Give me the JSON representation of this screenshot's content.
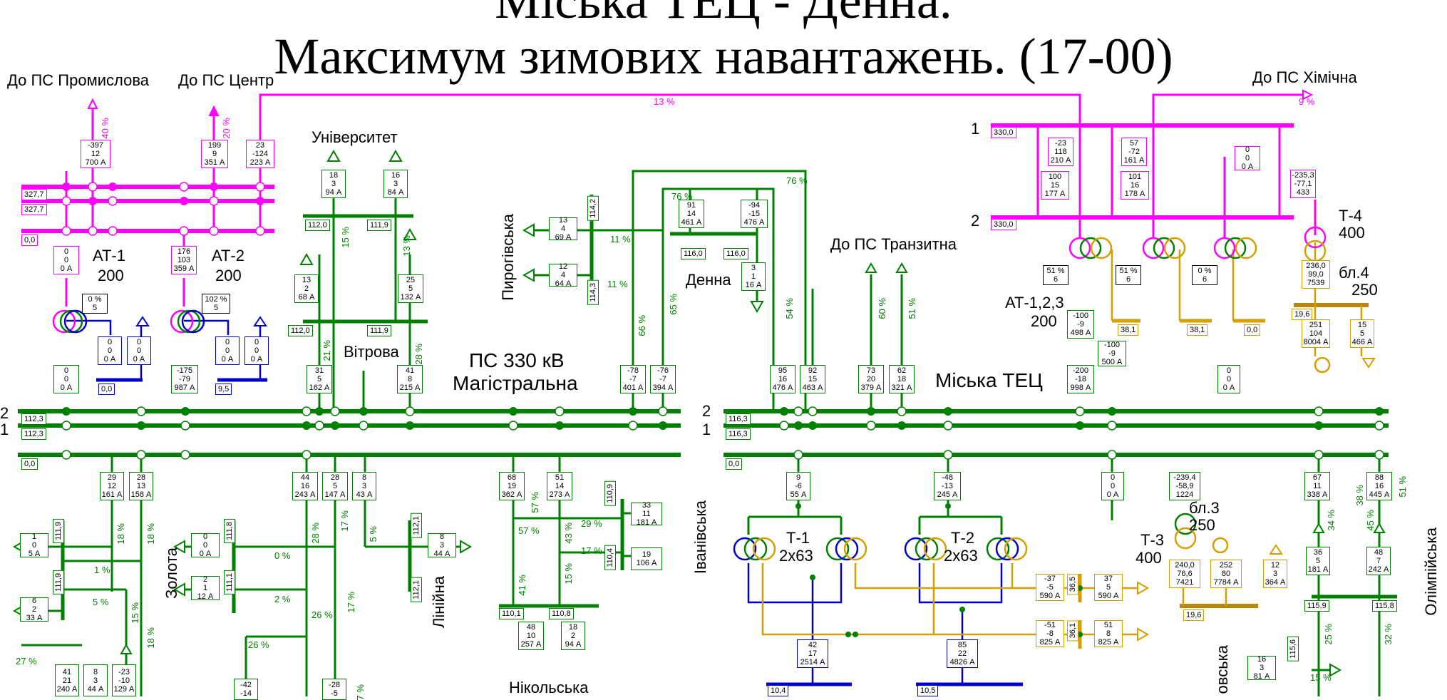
{
  "title": {
    "line1": "Міська ТЕЦ - Денна.",
    "line2": "Максимум зимових навантажень. (17-00)"
  },
  "colors": {
    "kv330": "#ff00ff",
    "kv110": "#008000",
    "kv10": "#0000cc",
    "gen": "#d4a000",
    "gen_bus": "#b8860b"
  },
  "labels": {
    "to_promyslova": "До ПС Промислова",
    "to_tsentr": "До ПС Центр",
    "to_khimichna": "До ПС Хімічна",
    "to_tranzytna": "До ПС Транзитна",
    "universytet": "Університет",
    "vitrova": "Вітрова",
    "pyrohivska": "Пирогівська",
    "denna": "Денна",
    "ps330": "ПС 330 кВ",
    "mahistralna": "Магістральна",
    "miska_tets": "Міська ТЕЦ",
    "at1": "АТ-1",
    "at1_pow": "200",
    "at2": "АТ-2",
    "at2_pow": "200",
    "at123": "АТ-1,2,3",
    "at123_pow": "200",
    "t4": "Т-4",
    "t4_pow": "400",
    "bl4": "бл.4",
    "bl4_pow": "250",
    "bl3": "бл.3",
    "bl3_pow": "250",
    "t3": "Т-3",
    "t3_pow": "400",
    "t1": "Т-1",
    "t1_pow": "2х63",
    "t2": "Т-2",
    "t2_pow": "2х63",
    "zolota": "Золота",
    "liniina": "Лінійна",
    "nikolska": "Нікольська",
    "ivanivska": "Іванівська",
    "olimpiiska": "Олімпійська",
    "ovska": "овська",
    "bus1": "1",
    "bus2": "2",
    "bus2b": "2",
    "bus1b": "1",
    "bus330_1": "1",
    "bus330_2": "2"
  },
  "percents": {
    "p13": "13 %",
    "p9": "9 %",
    "p40": "40 %",
    "p20": "20 %",
    "p76a": "76 %",
    "p76b": "76 %",
    "p11a": "11 %",
    "p11b": "11 %",
    "p15a": "15 %",
    "p13b": "13 %",
    "p21": "21 %",
    "p28a": "28 %",
    "p66": "66 %",
    "p65": "65 %",
    "p54": "54 %",
    "p60": "60 %",
    "p51a": "51 %",
    "p18a": "18 %",
    "p18b": "18 %",
    "p1": "1 %",
    "p5a": "5 %",
    "p15b": "15 %",
    "p18c": "18 %",
    "p27": "27 %",
    "p0": "0 %",
    "p2": "2 %",
    "p26a": "26 %",
    "p26b": "26 %",
    "p28b": "28 %",
    "p17a": "17 %",
    "p17b": "17 %",
    "p5b": "5 %",
    "p7": "7 %",
    "p57a": "57 %",
    "p57b": "57 %",
    "p41": "41 %",
    "p43": "43 %",
    "p15c": "15 %",
    "p29": "29 %",
    "p17c": "17 %",
    "p34": "34 %",
    "p38": "38 %",
    "p45": "45 %",
    "p51b": "51 %",
    "p25": "25 %",
    "p32": "32 %",
    "p15d": "15 %"
  },
  "boxes": {
    "b_prom": [
      "-397",
      "12",
      "700 А"
    ],
    "b_tsentr": [
      "199",
      "9",
      "351 А"
    ],
    "b_23": [
      "23",
      "-124",
      "223 А"
    ],
    "b_at1": [
      "0",
      "0",
      "0 А"
    ],
    "b_at2": [
      "176",
      "103",
      "359 А"
    ],
    "b_at1_low": [
      "0",
      "0",
      "0 А"
    ],
    "b_at2_low": [
      "-175",
      "-79",
      "987 А"
    ],
    "b_at1_t1": [
      "0",
      "0",
      "0 А"
    ],
    "b_at1_t2": [
      "0",
      "0",
      "0 А"
    ],
    "b_at2_t1": [
      "0",
      "0",
      "0 А"
    ],
    "b_at2_t2": [
      "0",
      "0",
      "0 А"
    ],
    "b_univ1": [
      "18",
      "3",
      "94 А"
    ],
    "b_univ2": [
      "16",
      "3",
      "84 А"
    ],
    "b_vit_l": [
      "13",
      "2",
      "68 А"
    ],
    "b_vit_r": [
      "25",
      "5",
      "132 А"
    ],
    "b_vit1": [
      "31",
      "5",
      "162 А"
    ],
    "b_vit2": [
      "41",
      "8",
      "215 А"
    ],
    "b_denna1": [
      "91",
      "14",
      "461 А"
    ],
    "b_denna2": [
      "-94",
      "-15",
      "476 А"
    ],
    "b_denna3": [
      "3",
      "1",
      "16 А"
    ],
    "b_mag1": [
      "-78",
      "-7",
      "401 А"
    ],
    "b_mag2": [
      "-76",
      "-7",
      "394 А"
    ],
    "b_tets1": [
      "95",
      "16",
      "476 А"
    ],
    "b_tets2": [
      "92",
      "15",
      "463 А"
    ],
    "b_tr1": [
      "73",
      "20",
      "379 А"
    ],
    "b_tr2": [
      "62",
      "18",
      "321 А"
    ],
    "b_kh1": [
      "-23",
      "118",
      "210 А"
    ],
    "b_kh2": [
      "57",
      "-72",
      "161 А"
    ],
    "b_kh3": [
      "0",
      "0",
      "0 А"
    ],
    "b_kh4": [
      "-235,3",
      "-77,1",
      "433"
    ],
    "b_kh5": [
      "100",
      "15",
      "177 А"
    ],
    "b_kh6": [
      "101",
      "16",
      "178 А"
    ],
    "b_at_l": [
      "-100",
      "-9",
      "498 А"
    ],
    "b_at_m": [
      "-100",
      "-9",
      "500 А"
    ],
    "b_at_low": [
      "-200",
      "-18",
      "998 А"
    ],
    "b_t4gen": [
      "236,0",
      "99,0",
      "7539"
    ],
    "b_bl4a": [
      "251",
      "104",
      "8004 А"
    ],
    "b_bl4b": [
      "15",
      "5",
      "466 А"
    ],
    "b_tets_r": [
      "0",
      "0",
      "0 А"
    ],
    "b_z1": [
      "29",
      "12",
      "161 А"
    ],
    "b_z2": [
      "28",
      "13",
      "158 А"
    ],
    "b_z3": [
      "1",
      "0",
      "5 А"
    ],
    "b_z4": [
      "6",
      "2",
      "33 А"
    ],
    "b_zo1": [
      "0",
      "0",
      "0 А"
    ],
    "b_zo2": [
      "2",
      "1",
      "12 А"
    ],
    "b_l1": [
      "44",
      "16",
      "243 А"
    ],
    "b_l2": [
      "28",
      "5",
      "147 А"
    ],
    "b_l3": [
      "8",
      "3",
      "43 А"
    ],
    "b_l4": [
      "8",
      "3",
      "44 А"
    ],
    "b_n1": [
      "68",
      "19",
      "362 А"
    ],
    "b_n2": [
      "51",
      "14",
      "273 А"
    ],
    "b_n3": [
      "48",
      "10",
      "257 А"
    ],
    "b_n4": [
      "18",
      "2",
      "94 А"
    ],
    "b_i1": [
      "33",
      "11",
      "181 А"
    ],
    "b_i2": [
      "19",
      "",
      "106 А"
    ],
    "b_bot1": [
      "41",
      "21",
      "240 А"
    ],
    "b_bot2": [
      "8",
      "3",
      "44 А"
    ],
    "b_bot3": [
      "-23",
      "-10",
      "129 А"
    ],
    "b_bot4": [
      "-42",
      "-14",
      ""
    ],
    "b_bot5": [
      "-28",
      "-5",
      ""
    ],
    "b_t1h": [
      "9",
      "-6",
      "55 А"
    ],
    "b_t2h": [
      "-48",
      "-13",
      "245 А"
    ],
    "b_t1l": [
      "42",
      "17",
      "2514 А"
    ],
    "b_t2l": [
      "85",
      "22",
      "4826 А"
    ],
    "b_g1": [
      "-37",
      "-5",
      "590 А"
    ],
    "b_g2": [
      "37",
      "5",
      "590 А"
    ],
    "b_g3": [
      "-51",
      "-8",
      "825 А"
    ],
    "b_g4": [
      "51",
      "8",
      "825 А"
    ],
    "b_tets_m": [
      "0",
      "0",
      "0 А"
    ],
    "b_t3": [
      "-239,4",
      "-58,9",
      "1224"
    ],
    "b_t3gen": [
      "240,0",
      "76,6",
      "7421"
    ],
    "b_bl3a": [
      "252",
      "80",
      "7784 А"
    ],
    "b_bl3b": [
      "12",
      "3",
      "364 А"
    ],
    "b_o1": [
      "67",
      "11",
      "338 А"
    ],
    "b_o2": [
      "88",
      "16",
      "445 А"
    ],
    "b_o3": [
      "36",
      "5",
      "181 А"
    ],
    "b_o4": [
      "48",
      "7",
      "242 А"
    ],
    "b_o5": [
      "16",
      "3",
      "81 А"
    ]
  },
  "busvals": {
    "v327a": "327,7",
    "v327b": "327,7",
    "v00a": "0,0",
    "v00b": "0,0",
    "v95": "9,5",
    "v112a": "112,0",
    "v111a": "111,9",
    "v112b": "112,0",
    "v111b": "111,9",
    "v116a": "116,0",
    "v116b": "116,0",
    "v1142": "114,2",
    "v1143": "114,3",
    "v1123": "112,3",
    "v1123b": "112,3",
    "v00c": "0,0",
    "v1163": "116,3",
    "v1163b": "116,3",
    "v00d": "0,0",
    "v330a": "330,0",
    "v330b": "330,0",
    "v381a": "38,1",
    "v381b": "38,1",
    "v00e": "0,0",
    "v196": "19,6",
    "v1119": "111,9",
    "v1119b": "111,9",
    "v1118": "111,8",
    "v1111": "111,1",
    "v1121": "112,1",
    "v1121b": "112,1",
    "v1109": "110,9",
    "v1104": "110,4",
    "v1101": "110,1",
    "v1108": "110,8",
    "v104": "10,4",
    "v105": "10,5",
    "v365": "36,5",
    "v361": "36,1",
    "v196b": "19,6",
    "v1159": "115,9",
    "v1158": "115,8",
    "v1156": "115,6"
  },
  "at_pct": {
    "at1": [
      "0 %",
      "5"
    ],
    "at2": [
      "102 %",
      "5"
    ],
    "atA": [
      "51 %",
      "6"
    ],
    "atB": [
      "51 %",
      "6"
    ],
    "atC": [
      "0 %",
      "6"
    ]
  }
}
